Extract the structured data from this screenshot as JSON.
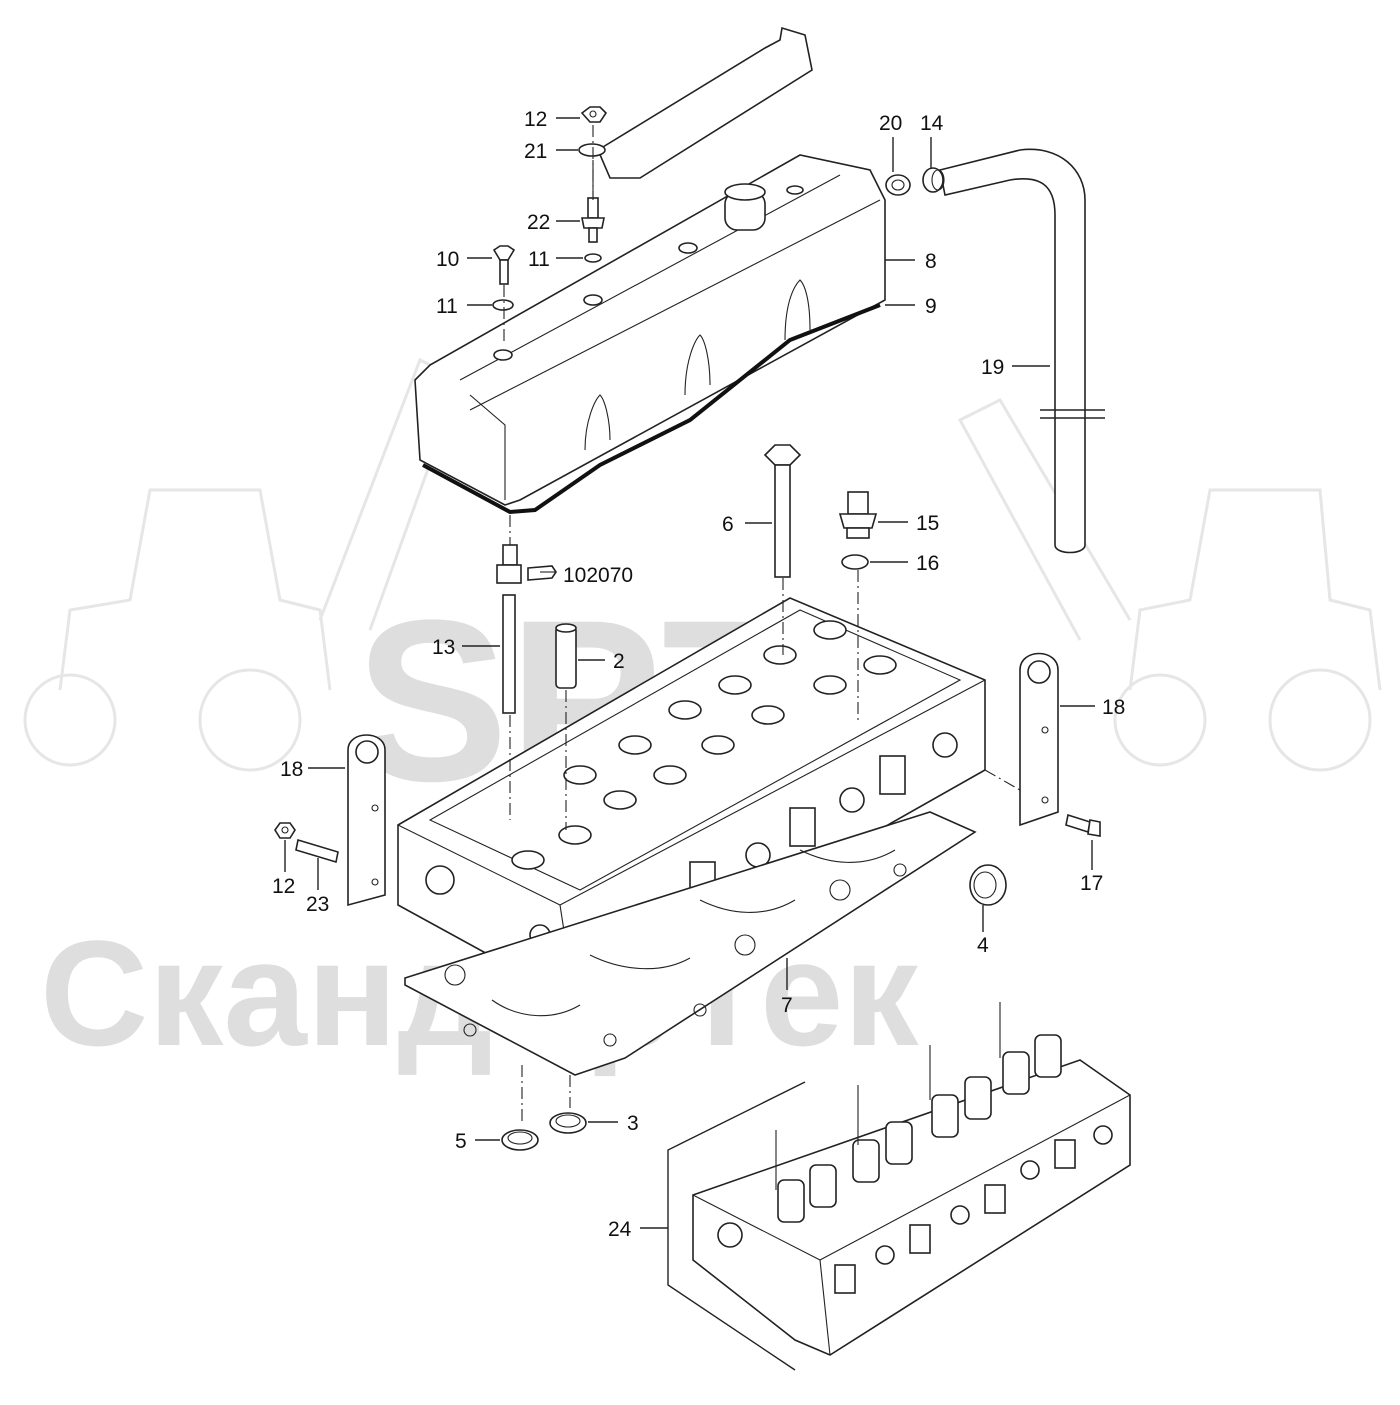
{
  "watermark": {
    "brand": "SPT",
    "company": "СкандорТек"
  },
  "reference": {
    "code": "102070",
    "icon": "pointing-hand-icon"
  },
  "callouts": [
    {
      "id": "c12a",
      "label": "12"
    },
    {
      "id": "c21",
      "label": "21"
    },
    {
      "id": "c22",
      "label": "22"
    },
    {
      "id": "c10",
      "label": "10"
    },
    {
      "id": "c11a",
      "label": "11"
    },
    {
      "id": "c11b",
      "label": "11"
    },
    {
      "id": "c20",
      "label": "20"
    },
    {
      "id": "c14",
      "label": "14"
    },
    {
      "id": "c8",
      "label": "8"
    },
    {
      "id": "c9",
      "label": "9"
    },
    {
      "id": "c19",
      "label": "19"
    },
    {
      "id": "c6",
      "label": "6"
    },
    {
      "id": "c15",
      "label": "15"
    },
    {
      "id": "c16",
      "label": "16"
    },
    {
      "id": "c13",
      "label": "13"
    },
    {
      "id": "c2",
      "label": "2"
    },
    {
      "id": "c18a",
      "label": "18"
    },
    {
      "id": "c18b",
      "label": "18"
    },
    {
      "id": "c12b",
      "label": "12"
    },
    {
      "id": "c23",
      "label": "23"
    },
    {
      "id": "c17",
      "label": "17"
    },
    {
      "id": "c4",
      "label": "4"
    },
    {
      "id": "c7",
      "label": "7"
    },
    {
      "id": "c5",
      "label": "5"
    },
    {
      "id": "c3",
      "label": "3"
    },
    {
      "id": "c24",
      "label": "24"
    }
  ]
}
